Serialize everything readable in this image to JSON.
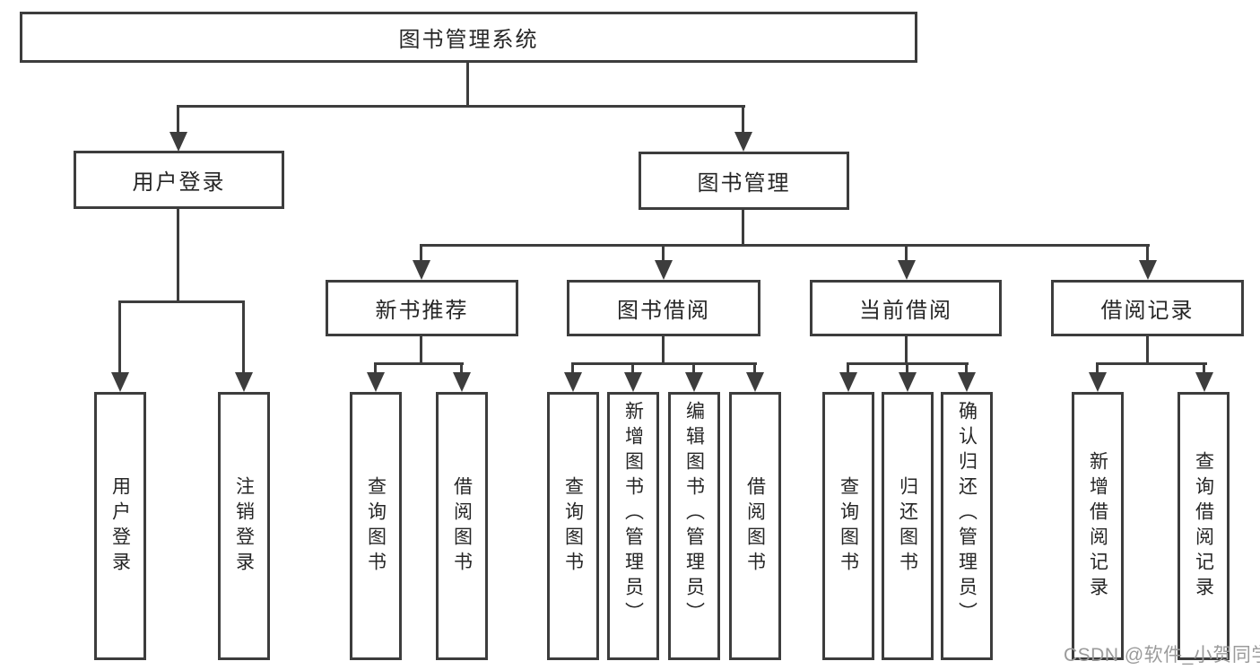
{
  "tree": {
    "root": {
      "label": "图书管理系统"
    },
    "branches": [
      {
        "label": "用户登录",
        "children": [
          {
            "label": "用户登录"
          },
          {
            "label": "注销登录"
          }
        ]
      },
      {
        "label": "图书管理",
        "children": [
          {
            "label": "新书推荐",
            "children": [
              {
                "label": "查询图书"
              },
              {
                "label": "借阅图书"
              }
            ]
          },
          {
            "label": "图书借阅",
            "children": [
              {
                "label": "查询图书"
              },
              {
                "label": "新增图书（管理员）"
              },
              {
                "label": "编辑图书（管理员）"
              },
              {
                "label": "借阅图书"
              }
            ]
          },
          {
            "label": "当前借阅",
            "children": [
              {
                "label": "查询图书"
              },
              {
                "label": "归还图书"
              },
              {
                "label": "确认归还（管理员）"
              }
            ]
          },
          {
            "label": "借阅记录",
            "children": [
              {
                "label": "新增借阅记录"
              },
              {
                "label": "查询借阅记录"
              }
            ]
          }
        ]
      }
    ]
  },
  "watermark": {
    "text": "CSDN @软件_小贺同学"
  },
  "colors": {
    "line": "#3d3d3d",
    "text": "#262626",
    "watermark": "#9b9b9b",
    "background": "#ffffff"
  }
}
